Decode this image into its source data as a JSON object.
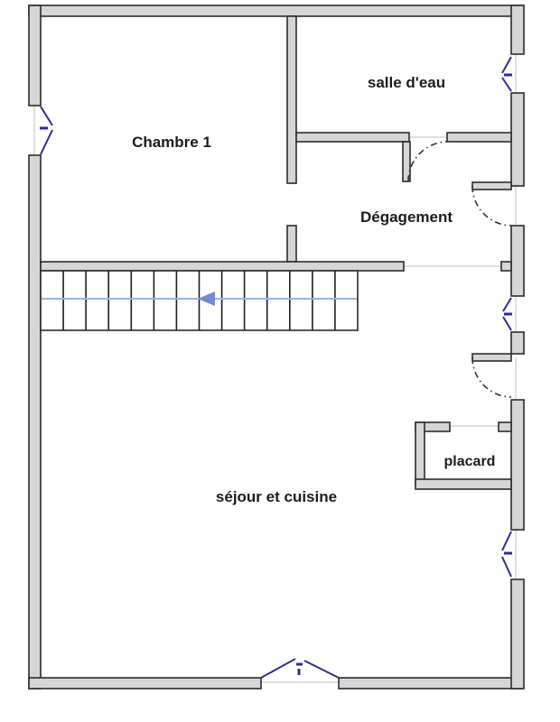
{
  "plan": {
    "type": "floor-plan",
    "language": "fr"
  },
  "rooms": {
    "chambre1": {
      "label": "Chambre 1"
    },
    "salle_eau": {
      "label": "salle d'eau"
    },
    "degagement": {
      "label": "Dégagement"
    },
    "placard": {
      "label": "placard"
    },
    "sejour": {
      "label": "séjour et cuisine"
    }
  },
  "stairs": {
    "treads": 14,
    "direction": "left"
  },
  "colors": {
    "wall_fill": "#d6d6d6",
    "wall_stroke": "#2b2b2b",
    "door_arc": "#333333",
    "window": "#2d2d96",
    "stair_line": "#9db1e4",
    "stair_arrow": "#7589d1",
    "opening_line": "#c9c9c9",
    "text": "#1c1c1c",
    "background": "#ffffff"
  }
}
